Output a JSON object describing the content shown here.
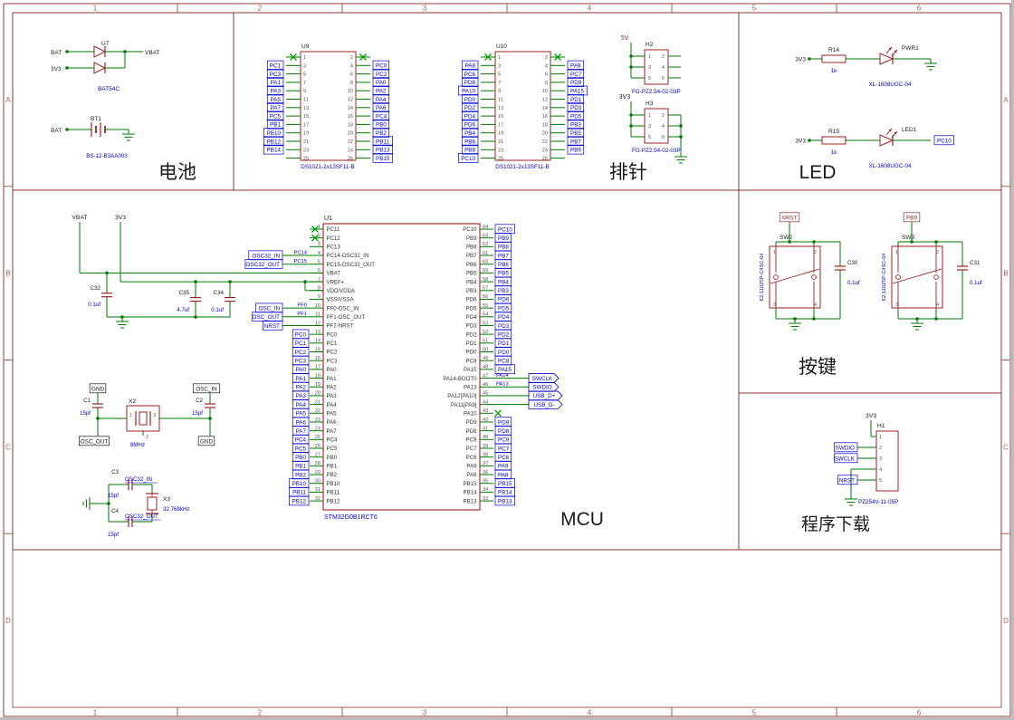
{
  "colors": {
    "frame": "#a85c5c",
    "section": "#8b3a3a",
    "wire": "#007a00",
    "part": "#a02020",
    "label": "#0000d8",
    "value": "#0000d8",
    "text": "#1a1a1a",
    "pin_num": "#555555",
    "port_key": "#8b3030",
    "nc": "#00a000"
  },
  "frame": {
    "cols": [
      "1",
      "2",
      "3",
      "4",
      "5",
      "6"
    ],
    "rows": [
      "A",
      "B",
      "C",
      "D"
    ]
  },
  "titles": {
    "battery": "电池",
    "headers": "排针",
    "led": "LED",
    "mcu": "MCU",
    "keys": "按键",
    "download": "程序下载"
  },
  "battery": {
    "u7": {
      "ref": "U7",
      "part": "BAT54C",
      "net_in1": "BAT",
      "net_in2": "3V3",
      "net_out": "VBAT"
    },
    "bt1": {
      "ref": "BT1",
      "part": "BS-12-B3AA003",
      "net_in": "BAT"
    }
  },
  "headers": {
    "u9": {
      "ref": "U9",
      "part": "DS1021-2x13SF11-B",
      "rows": [
        {
          "lp": "1",
          "rp": "2",
          "l": "",
          "r": "",
          "nc": true
        },
        {
          "lp": "3",
          "rp": "4",
          "l": "PC1",
          "r": "PC0"
        },
        {
          "lp": "5",
          "rp": "6",
          "l": "PC3",
          "r": "PC2"
        },
        {
          "lp": "7",
          "rp": "8",
          "l": "PA1",
          "r": "PA0"
        },
        {
          "lp": "9",
          "rp": "10",
          "l": "PA3",
          "r": "PA2"
        },
        {
          "lp": "11",
          "rp": "12",
          "l": "PA5",
          "r": "PA4"
        },
        {
          "lp": "13",
          "rp": "14",
          "l": "PA7",
          "r": "PA6"
        },
        {
          "lp": "15",
          "rp": "16",
          "l": "PC5",
          "r": "PC4"
        },
        {
          "lp": "17",
          "rp": "18",
          "l": "PB1",
          "r": "PB0"
        },
        {
          "lp": "19",
          "rp": "20",
          "l": "PB10",
          "r": "PB2"
        },
        {
          "lp": "21",
          "rp": "22",
          "l": "PB12",
          "r": "PB11"
        },
        {
          "lp": "23",
          "rp": "24",
          "l": "PB14",
          "r": "PB13"
        },
        {
          "lp": "25",
          "rp": "26",
          "l": "",
          "r": "PB15"
        }
      ]
    },
    "u10": {
      "ref": "U10",
      "part": "DS1021-2x13SF11-B",
      "rows": [
        {
          "lp": "1",
          "rp": "2",
          "l": "",
          "r": "",
          "nc": true
        },
        {
          "lp": "3",
          "rp": "4",
          "l": "PA8",
          "r": "PA9"
        },
        {
          "lp": "5",
          "rp": "6",
          "l": "PC6",
          "r": "PC7"
        },
        {
          "lp": "7",
          "rp": "8",
          "l": "PD8",
          "r": "PD9"
        },
        {
          "lp": "9",
          "rp": "10",
          "l": "PA10",
          "r": "PA15"
        },
        {
          "lp": "11",
          "rp": "12",
          "l": "PD0",
          "r": "PD1"
        },
        {
          "lp": "13",
          "rp": "14",
          "l": "PD2",
          "r": "PD3"
        },
        {
          "lp": "15",
          "rp": "16",
          "l": "PD4",
          "r": "PD5"
        },
        {
          "lp": "17",
          "rp": "18",
          "l": "PD6",
          "r": "PB3"
        },
        {
          "lp": "19",
          "rp": "20",
          "l": "PB4",
          "r": "PB5"
        },
        {
          "lp": "21",
          "rp": "22",
          "l": "PB6",
          "r": "PB7"
        },
        {
          "lp": "23",
          "rp": "24",
          "l": "PB8",
          "r": "PB9"
        },
        {
          "lp": "25",
          "rp": "26",
          "l": "PC10",
          "r": ""
        }
      ]
    },
    "h2": {
      "ref": "H2",
      "part": "FG-PZ2.54-02-03P",
      "rail": "5V",
      "pin_rows": [
        [
          "1",
          "2"
        ],
        [
          "3",
          "4"
        ],
        [
          "5",
          "6"
        ]
      ]
    },
    "h3": {
      "ref": "H3",
      "part": "FG-PZ2.54-02-03P",
      "rail": "3V3",
      "pin_rows": [
        [
          "1",
          "2"
        ],
        [
          "3",
          "4"
        ],
        [
          "5",
          "6"
        ]
      ]
    }
  },
  "led": {
    "rows": [
      {
        "rail": "3V3",
        "res_ref": "R14",
        "res_val": "1k",
        "led_ref": "PWR1",
        "led_part": "XL-1608UGC-04",
        "net": ""
      },
      {
        "rail": "3V3",
        "res_ref": "R15",
        "res_val": "1k",
        "led_ref": "LED1",
        "led_part": "XL-1608UGC-04",
        "net": "PC10"
      }
    ]
  },
  "mcu": {
    "u1": {
      "ref": "U1",
      "part": "STM32G0B1RCT6",
      "left_pins": [
        {
          "num": "1",
          "name": "PC11",
          "nc": true
        },
        {
          "num": "2",
          "name": "PC12",
          "nc": true
        },
        {
          "num": "3",
          "name": "PC13"
        },
        {
          "num": "4",
          "name": "PC14-OSC32_IN",
          "port": "OSC32_IN",
          "label": "PC14"
        },
        {
          "num": "5",
          "name": "PC15-OSC32_OUT",
          "port": "OSC32_OUT",
          "label": "PC15"
        },
        {
          "num": "6",
          "name": "VBAT"
        },
        {
          "num": "7",
          "name": "VREF+"
        },
        {
          "num": "8",
          "name": "VDD/VDDA"
        },
        {
          "num": "9",
          "name": "VSS/VSSA"
        },
        {
          "num": "10",
          "name": "PF0-OSC_IN",
          "port": "OSC_IN",
          "label": "PF0"
        },
        {
          "num": "11",
          "name": "PF1-OSC_OUT",
          "port": "OSC_OUT",
          "label": "PF1"
        },
        {
          "num": "12",
          "name": "PF2-NRST",
          "port": "NRST"
        },
        {
          "num": "13",
          "name": "PC0",
          "label": "PC0"
        },
        {
          "num": "14",
          "name": "PC1",
          "label": "PC1"
        },
        {
          "num": "15",
          "name": "PC2",
          "label": "PC2"
        },
        {
          "num": "16",
          "name": "PC3",
          "label": "PC3"
        },
        {
          "num": "17",
          "name": "PA0",
          "label": "PA0"
        },
        {
          "num": "18",
          "name": "PA1",
          "label": "PA1"
        },
        {
          "num": "19",
          "name": "PA2",
          "label": "PA2"
        },
        {
          "num": "20",
          "name": "PA3",
          "label": "PA3"
        },
        {
          "num": "21",
          "name": "PA4",
          "label": "PA4"
        },
        {
          "num": "22",
          "name": "PA5",
          "label": "PA5"
        },
        {
          "num": "23",
          "name": "PA6",
          "label": "PA6"
        },
        {
          "num": "24",
          "name": "PA7",
          "label": "PA7"
        },
        {
          "num": "25",
          "name": "PC4",
          "label": "PC4"
        },
        {
          "num": "26",
          "name": "PC5",
          "label": "PC5"
        },
        {
          "num": "27",
          "name": "PB0",
          "label": "PB0"
        },
        {
          "num": "28",
          "name": "PB1",
          "label": "PB1"
        },
        {
          "num": "29",
          "name": "PB2",
          "label": "PB2"
        },
        {
          "num": "30",
          "name": "PB10",
          "label": "PB10"
        },
        {
          "num": "31",
          "name": "PB11",
          "label": "PB11"
        },
        {
          "num": "32",
          "name": "PB12",
          "label": "PB12"
        }
      ],
      "right_pins": [
        {
          "num": "64",
          "name": "PC10",
          "label": "PC10"
        },
        {
          "num": "63",
          "name": "PB9",
          "label": "PB9"
        },
        {
          "num": "62",
          "name": "PB8",
          "label": "PB8"
        },
        {
          "num": "61",
          "name": "PB7",
          "label": "PB7"
        },
        {
          "num": "60",
          "name": "PB6",
          "label": "PB6"
        },
        {
          "num": "59",
          "name": "PB5",
          "label": "PB5"
        },
        {
          "num": "58",
          "name": "PB4",
          "label": "PB4"
        },
        {
          "num": "57",
          "name": "PB3",
          "label": "PB3"
        },
        {
          "num": "56",
          "name": "PD6",
          "label": "PD6"
        },
        {
          "num": "55",
          "name": "PD5",
          "label": "PD5"
        },
        {
          "num": "54",
          "name": "PD4",
          "label": "PD4"
        },
        {
          "num": "53",
          "name": "PD3",
          "label": "PD3"
        },
        {
          "num": "52",
          "name": "PD2",
          "label": "PD2"
        },
        {
          "num": "51",
          "name": "PD1",
          "label": "PD1"
        },
        {
          "num": "50",
          "name": "PD0",
          "label": "PD0"
        },
        {
          "num": "49",
          "name": "PC8",
          "label": "PC8"
        },
        {
          "num": "48",
          "name": "PA15",
          "label": "PA15"
        },
        {
          "num": "47",
          "name": "PA14-BOOT0",
          "label": "PA14",
          "port": "SWCLK"
        },
        {
          "num": "46",
          "name": "PA13",
          "label": "PA13",
          "port": "SWDIO"
        },
        {
          "num": "45",
          "name": "PA12[PA10]",
          "port": "USB_D+"
        },
        {
          "num": "44",
          "name": "PA11[PA9]",
          "port": "USB_D-"
        },
        {
          "num": "43",
          "name": "PA10",
          "nc": true
        },
        {
          "num": "42",
          "name": "PD9",
          "label": "PD9"
        },
        {
          "num": "41",
          "name": "PD8",
          "label": "PD8"
        },
        {
          "num": "40",
          "name": "PC9",
          "label": "PC9"
        },
        {
          "num": "39",
          "name": "PC7",
          "label": "PC7"
        },
        {
          "num": "38",
          "name": "PC6",
          "label": "PC6"
        },
        {
          "num": "37",
          "name": "PA9",
          "label": "PA9"
        },
        {
          "num": "36",
          "name": "PA8",
          "label": "PA8"
        },
        {
          "num": "35",
          "name": "PB15",
          "label": "PB15"
        },
        {
          "num": "34",
          "name": "PB14",
          "label": "PB14"
        },
        {
          "num": "33",
          "name": "PB13",
          "label": "PB13"
        }
      ]
    },
    "rails": {
      "vbat": "VBAT",
      "v33": "3V3"
    },
    "decoupling": [
      {
        "ref": "C32",
        "val": "0.1uf"
      },
      {
        "ref": "C35",
        "val": "4.7uf"
      },
      {
        "ref": "C34",
        "val": "0.1uf"
      }
    ],
    "xtal_main": {
      "ref": "X2",
      "val": "8MHz",
      "pins": [
        "1",
        "2",
        "3"
      ],
      "c1": {
        "ref": "C1",
        "val": "15pf"
      },
      "c2": {
        "ref": "C2",
        "val": "15pf"
      },
      "lbl_tl": "GND",
      "lbl_tr": "OSC_IN",
      "lbl_bl": "OSC_OUT",
      "lbl_br": "GND"
    },
    "xtal_rtc": {
      "ref": "X3",
      "val": "32.768kHz",
      "c3": {
        "ref": "C3",
        "val": "15pf"
      },
      "c4": {
        "ref": "C4",
        "val": "15pf"
      },
      "lbl_top": "OSC32_IN",
      "lbl_bot": "OSC32_OUT"
    }
  },
  "keys": {
    "switches": [
      {
        "ref": "SW2",
        "part": "K2-1102SP-C4SC-04",
        "net": "NRST",
        "cap_ref": "C30",
        "cap_val": "0.1uf",
        "pins": [
          "1",
          "2",
          "3",
          "4"
        ]
      },
      {
        "ref": "SW3",
        "part": "K2-1102SP-C4SC-04",
        "net": "PB9",
        "cap_ref": "C31",
        "cap_val": "0.1uf",
        "pins": [
          "1",
          "2",
          "3",
          "4"
        ]
      }
    ]
  },
  "download": {
    "h1": {
      "ref": "H1",
      "part": "PZ254V-11-05P",
      "rail": "3V3",
      "pins": [
        {
          "num": "1",
          "label": ""
        },
        {
          "num": "2",
          "label": "SWDIO"
        },
        {
          "num": "3",
          "label": "SWCLK"
        },
        {
          "num": "4",
          "label": ""
        },
        {
          "num": "5",
          "label": "NRST"
        }
      ]
    }
  }
}
